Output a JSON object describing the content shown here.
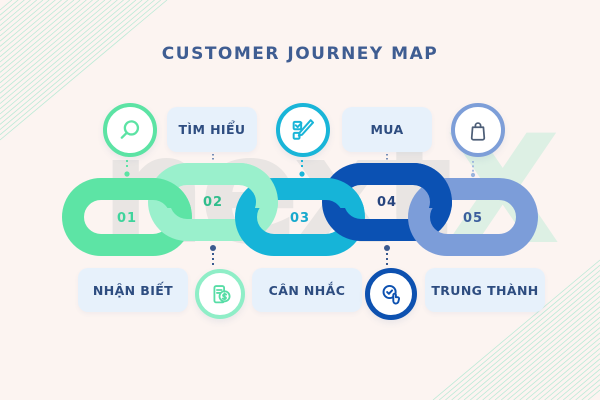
{
  "title": "CUSTOMER JOURNEY MAP",
  "watermark": {
    "text": "next",
    "x": "X"
  },
  "colors": {
    "background": "#fcf4f1",
    "title_text": "#3f5d92",
    "label_box_bg": "#e7f1fb",
    "label_text": "#2e4d80",
    "connector_navy": "#3b5a8f",
    "corner_pattern": "#b5e9d4",
    "watermark_gray": "#e9e5e3",
    "watermark_green": "#ddf0e4"
  },
  "stages": [
    {
      "number": "01",
      "label": "NHẬN BIẾT",
      "label_position": "bottom",
      "icon": "magnifier-icon",
      "icon_position": "top",
      "ring_color": "#5de4a5",
      "number_color": "#3fd49c",
      "icon_ring_color": "#5ce3a4",
      "icon_glyph_color": "#5ce3a4"
    },
    {
      "number": "02",
      "label": "TÌM HIỂU",
      "label_position": "top",
      "icon": "invoice-phone-icon",
      "icon_position": "bottom",
      "ring_color": "#9af0cc",
      "number_color": "#30bd8c",
      "icon_ring_color": "#8feec7",
      "icon_glyph_color": "#57dda6"
    },
    {
      "number": "03",
      "label": "CÂN NHẮC",
      "label_position": "bottom",
      "icon": "checklist-pencil-icon",
      "icon_position": "top",
      "ring_color": "#16b4d8",
      "number_color": "#17a9cd",
      "icon_ring_color": "#19b5d8",
      "icon_glyph_color": "#19b5d8"
    },
    {
      "number": "04",
      "label": "MUA",
      "label_position": "top",
      "icon": "tap-check-icon",
      "icon_position": "bottom",
      "ring_color": "#0b51b3",
      "number_color": "#27447e",
      "icon_ring_color": "#0d51b0",
      "icon_glyph_color": "#0d51b0"
    },
    {
      "number": "05",
      "label": "TRUNG THÀNH",
      "label_position": "bottom",
      "icon": "shopping-bag-icon",
      "icon_position": "top",
      "ring_color": "#7c9dd9",
      "number_color": "#3c5f9d",
      "icon_ring_color": "#7d9ed8",
      "icon_glyph_color": "#4d5e77"
    }
  ]
}
